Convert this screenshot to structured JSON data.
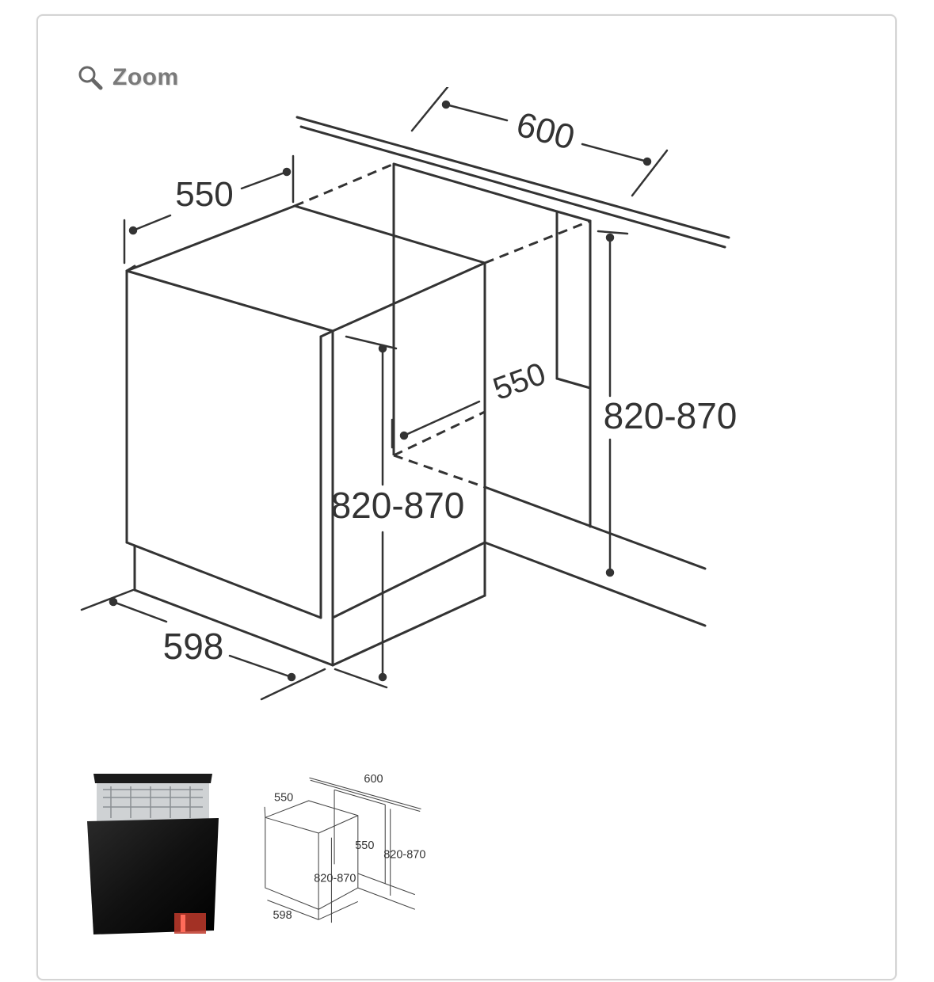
{
  "zoom": {
    "label": "Zoom",
    "icon": "magnifier-icon"
  },
  "diagram": {
    "cabinet_width": "600",
    "appliance_depth": "550",
    "niche_depth": "550",
    "niche_height": "820-870",
    "appliance_height": "820-870",
    "appliance_width": "598"
  },
  "thumbnails": {
    "photo_icon": "dishwasher-photo",
    "diagram": {
      "cabinet_width": "600",
      "appliance_depth": "550",
      "niche_depth": "550",
      "niche_height": "820-870",
      "appliance_height": "820-870",
      "appliance_width": "598"
    }
  },
  "colors": {
    "line": "#333333",
    "label": "#7a7a7a",
    "border": "#d4d4d4",
    "accent": "#c0392b"
  }
}
